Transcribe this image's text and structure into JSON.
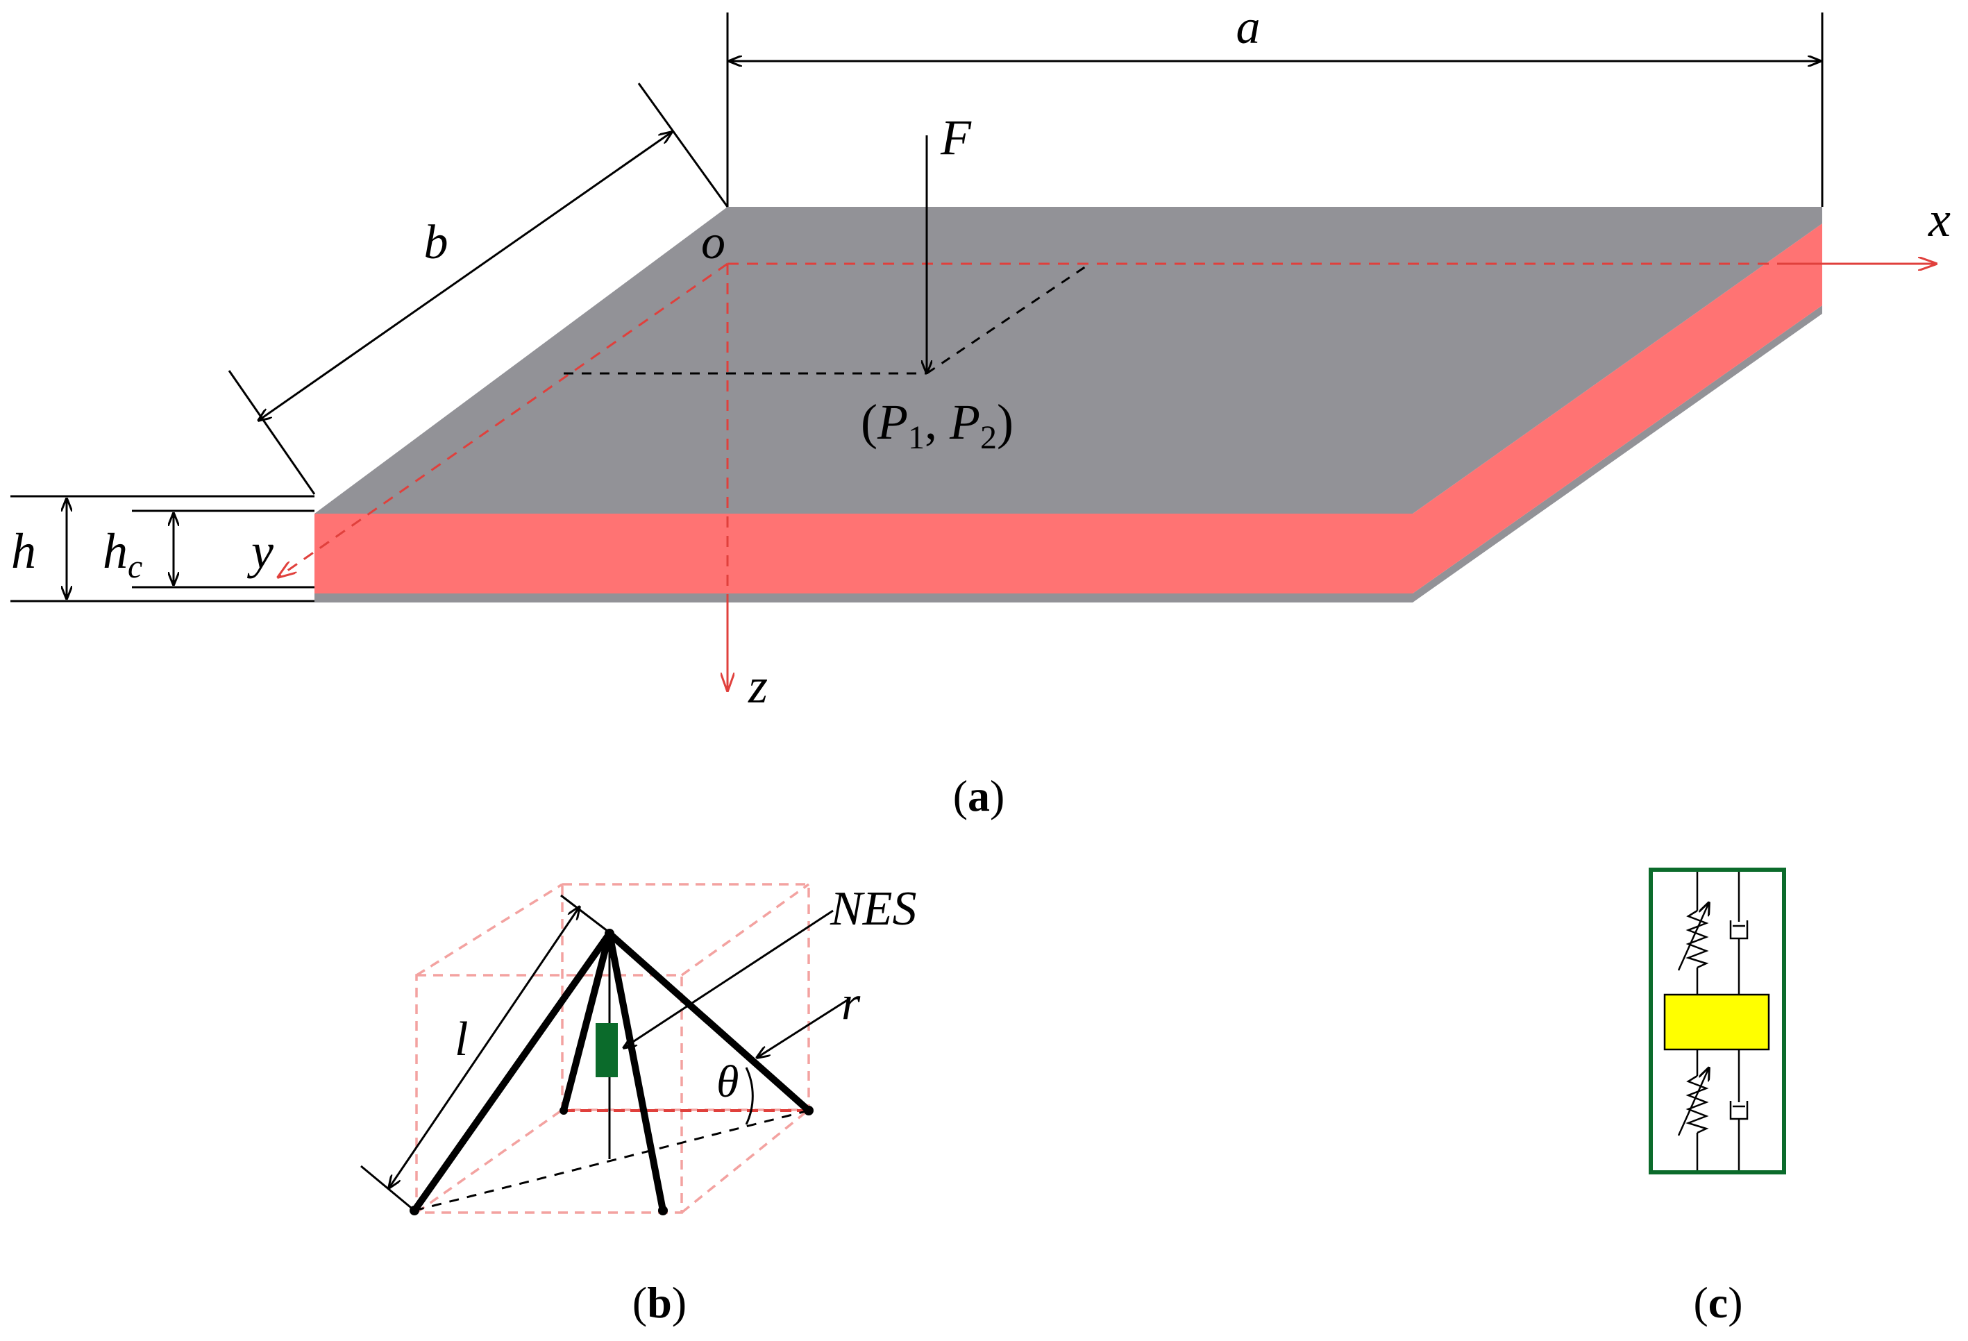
{
  "panel_a": {
    "labels": {
      "a": "a",
      "b": "b",
      "F": "F",
      "o": "o",
      "x": "x",
      "y": "y",
      "z": "z",
      "h": "h",
      "hc_main": "h",
      "hc_sub": "c",
      "p_open": "(",
      "p1": "P",
      "p1_sub": "1",
      "p_comma": ", ",
      "p2": "P",
      "p2_sub": "2",
      "p_close": ")"
    },
    "caption": {
      "open": "(",
      "letter": "a",
      "close": ")"
    }
  },
  "panel_b": {
    "labels": {
      "l": "l",
      "NES": "NES",
      "r": "r",
      "theta": "θ"
    },
    "caption": {
      "open": "(",
      "letter": "b",
      "close": ")"
    }
  },
  "panel_c": {
    "caption": {
      "open": "(",
      "letter": "c",
      "close": ")"
    }
  },
  "colors": {
    "face_gray": "#929297",
    "core_red": "#ff7373",
    "axis_red": "#e0403c",
    "nes_green": "#0b6b2b",
    "mass_yellow": "#ffff00"
  }
}
